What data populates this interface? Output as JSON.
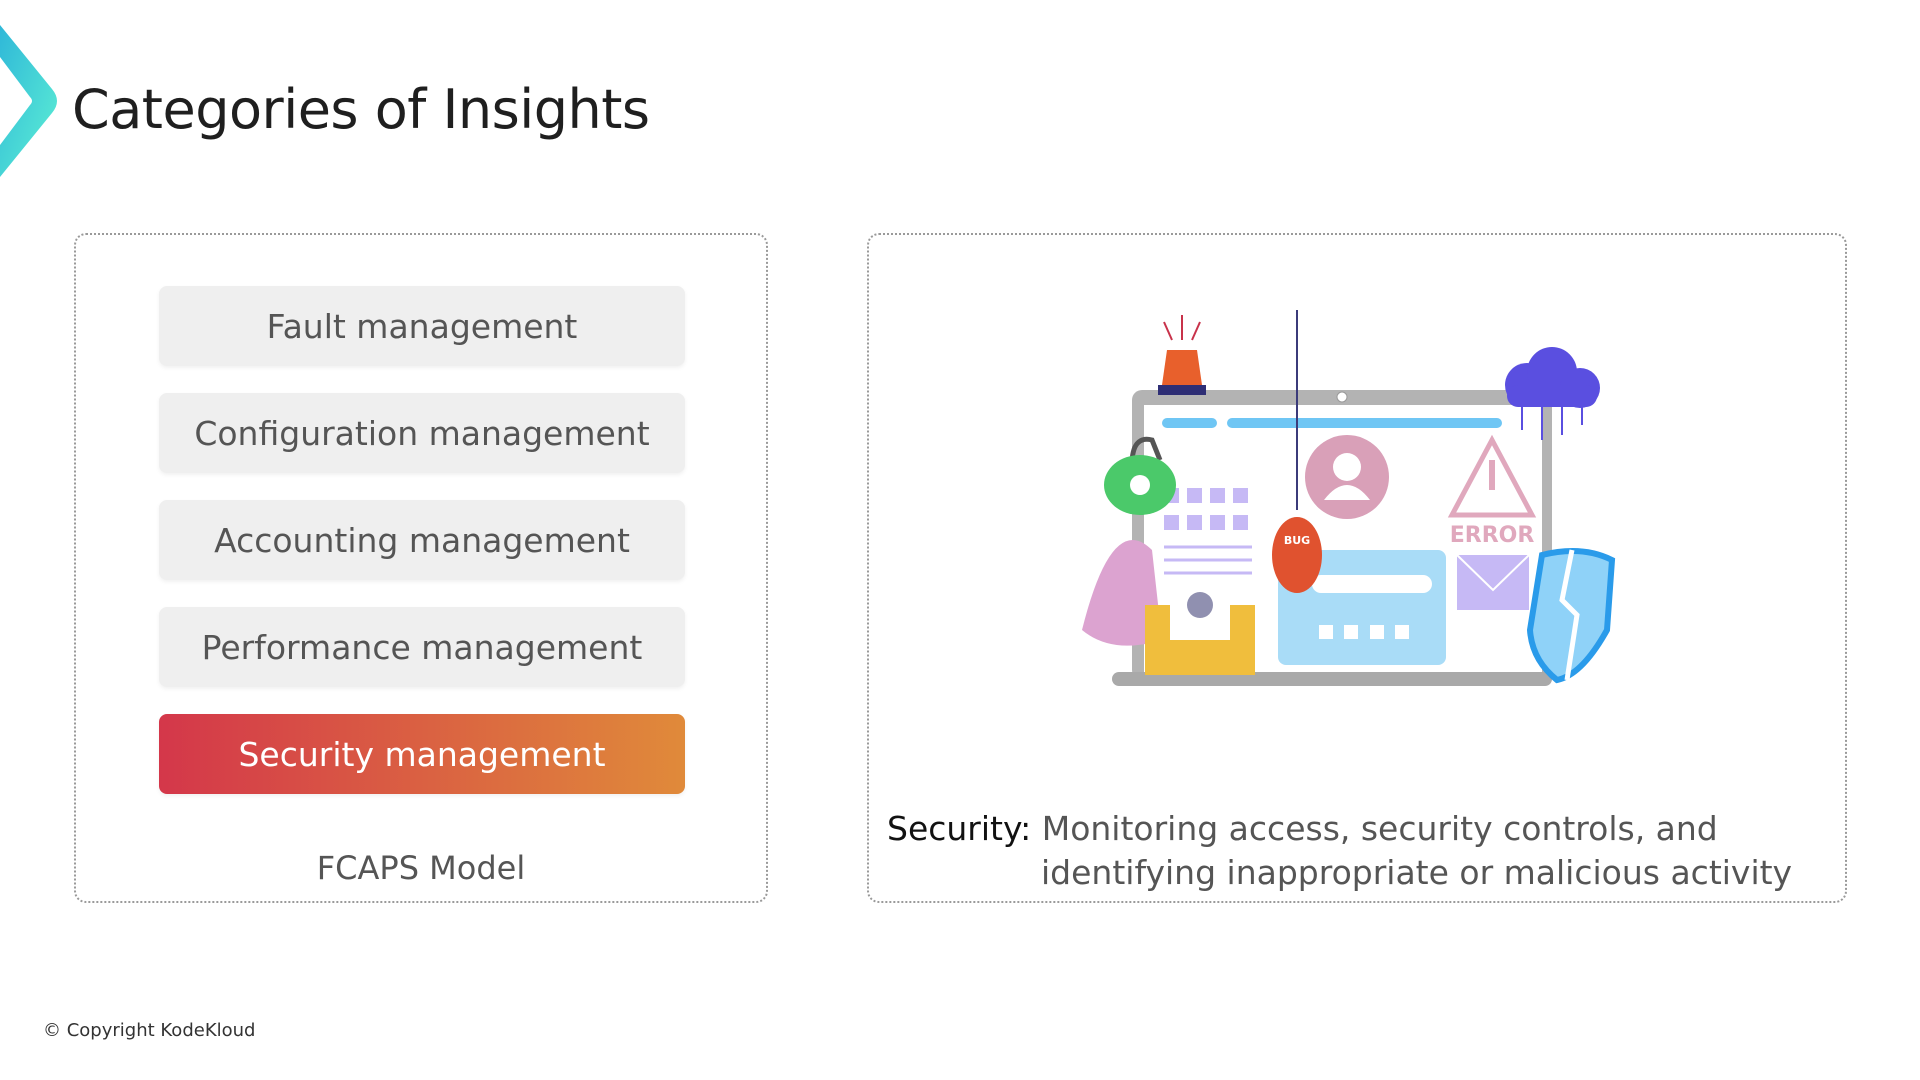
{
  "header": {
    "title": "Categories of Insights"
  },
  "fcaps": {
    "items": [
      {
        "label": "Fault management",
        "active": false
      },
      {
        "label": "Configuration management",
        "active": false
      },
      {
        "label": "Accounting management",
        "active": false
      },
      {
        "label": "Performance management",
        "active": false
      },
      {
        "label": "Security management",
        "active": true
      }
    ],
    "caption": "FCAPS Model"
  },
  "detail": {
    "term": "Security:",
    "line1": " Monitoring access, security controls, and",
    "line2": "identifying inappropriate or malicious activity",
    "illustration": {
      "bug_label": "BUG",
      "error_label": "ERROR"
    }
  },
  "footer": {
    "copyright": "© Copyright KodeKloud"
  },
  "colors": {
    "accent_start": "#d4374a",
    "accent_end": "#e08a3a",
    "chevron": "#3ad6d6"
  }
}
